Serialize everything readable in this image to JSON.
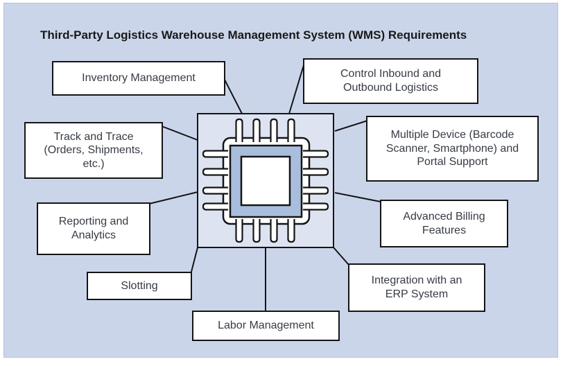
{
  "figure": {
    "title": "Third-Party Logistics Warehouse Management System (WMS) Requirements"
  },
  "center": {
    "icon": "cpu-chip-icon",
    "meaning": "WMS system core"
  },
  "nodes": [
    {
      "id": "inventory-management",
      "label": "Inventory Management"
    },
    {
      "id": "control-inbound-outbound",
      "label": "Control Inbound and\nOutbound Logistics"
    },
    {
      "id": "track-and-trace",
      "label": "Track and Trace\n(Orders, Shipments,\netc.)"
    },
    {
      "id": "multiple-device-support",
      "label": "Multiple Device (Barcode\nScanner, Smartphone) and\nPortal Support"
    },
    {
      "id": "reporting-analytics",
      "label": "Reporting and\nAnalytics"
    },
    {
      "id": "advanced-billing",
      "label": "Advanced Billing\nFeatures"
    },
    {
      "id": "slotting",
      "label": "Slotting"
    },
    {
      "id": "integration-erp",
      "label": "Integration with an\nERP System"
    },
    {
      "id": "labor-management",
      "label": "Labor Management"
    }
  ],
  "colors": {
    "canvas_background": "#cbd5ea",
    "node_fill": "#ffffff",
    "node_border": "#141414",
    "connector": "#141414",
    "chip_panel_fill": "#dde3f1",
    "chip_body_fill": "#ffffff",
    "chip_ring_fill": "#a9bedd",
    "chip_core_fill": "#ffffff",
    "title_text": "#191919",
    "node_text": "#363b44"
  }
}
